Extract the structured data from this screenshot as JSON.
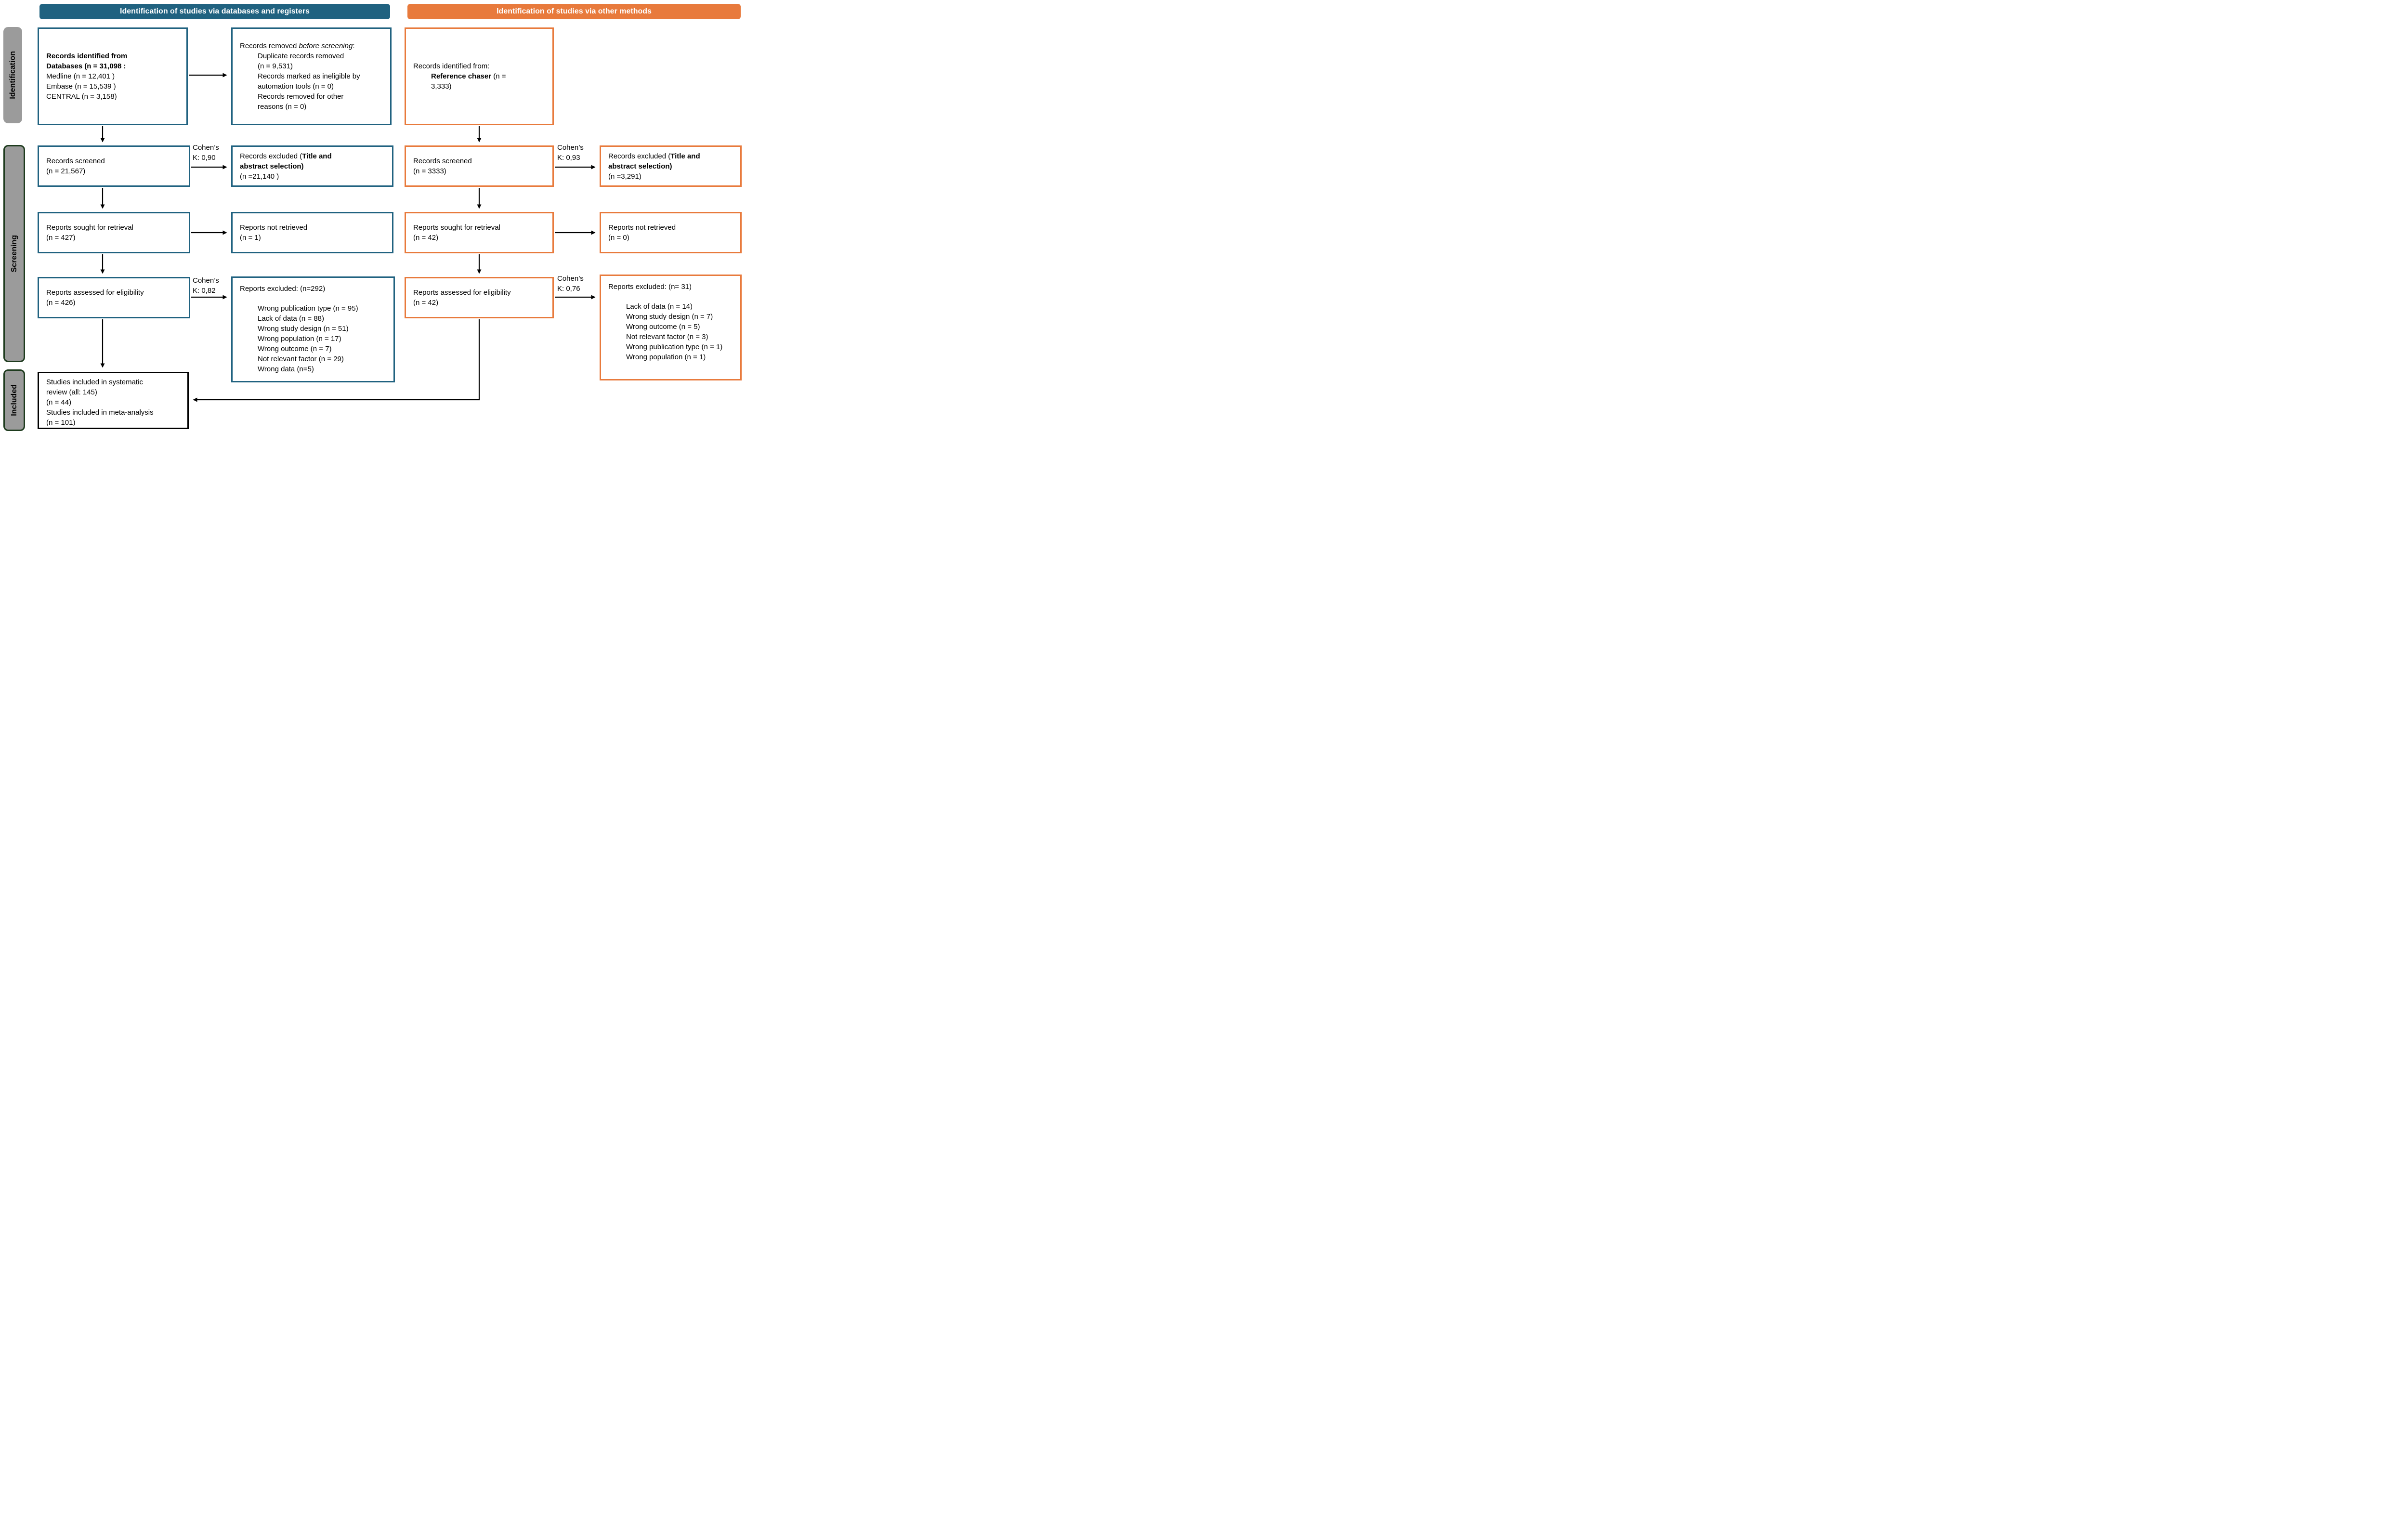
{
  "colors": {
    "teal": "#206280",
    "orange": "#e87a3c",
    "gray_fill": "#9b9b9b",
    "green_border": "#1e3b1e",
    "black": "#000000"
  },
  "banners": {
    "databases": "Identification of studies via databases and registers",
    "other_methods": "Identification of studies via other methods"
  },
  "stage_labels": {
    "identification": "Identification",
    "screening": "Screening",
    "included": "Included"
  },
  "databases_box": {
    "title_line1": "Records identified from",
    "title_line2": "Databases (n = 31,098 :",
    "sources": [
      "Medline (n = 12,401 )",
      "Embase (n = 15,539 )",
      "CENTRAL (n = 3,158)"
    ]
  },
  "records_removed_box": {
    "intro_prefix": "Records removed ",
    "intro_italic": "before screening",
    "intro_suffix": ":",
    "item_lines": [
      "Duplicate records removed",
      "(n = 9,531)",
      "Records marked as ineligible by",
      "automation tools (n = 0)",
      "Records removed for other",
      "reasons (n = 0)"
    ]
  },
  "reference_chaser_box": {
    "line1": "Records identified from:",
    "source_bold": "Reference chaser",
    "source_rest": " (n =",
    "line3": "3,333)"
  },
  "screened_db_box": {
    "line1": "Records screened",
    "line2": "(n = 21,567)"
  },
  "excluded_screening_db_box": {
    "l1_prefix": "Records excluded (",
    "l1_bold": "Title and",
    "l2_bold": "abstract selection)",
    "l3": "(n =21,140 )"
  },
  "screened_other_box": {
    "line1": "Records screened",
    "line2": "(n = 3333)"
  },
  "excluded_screening_other_box": {
    "l1_prefix": "Records excluded (",
    "l1_bold": "Title and",
    "l2_bold": "abstract selection)",
    "l3": "(n =3,291)"
  },
  "kappa": {
    "screening_db": [
      "Cohen’s",
      "K: 0,90"
    ],
    "screening_other": [
      "Cohen’s",
      "K: 0,93"
    ],
    "eligibility_db": [
      "Cohen’s",
      "K: 0,82"
    ],
    "eligibility_other": [
      "Cohen’s",
      "K: 0,76"
    ]
  },
  "sought_db_box": {
    "line1": "Reports sought for retrieval",
    "line2": "(n = 427)"
  },
  "not_retrieved_db_box": {
    "line1": "Reports not retrieved",
    "line2": "(n = 1)"
  },
  "sought_other_box": {
    "line1": "Reports sought for retrieval",
    "line2": "(n = 42)"
  },
  "not_retrieved_other_box": {
    "line1": "Reports not retrieved",
    "line2": "(n = 0)"
  },
  "assessed_db_box": {
    "line1": "Reports assessed for eligibility",
    "line2": "(n = 426)"
  },
  "reports_excluded_db_box": {
    "title": "Reports excluded: (n=292)",
    "items": [
      "Wrong publication type (n = 95)",
      "Lack of data (n = 88)",
      "Wrong study design (n = 51)",
      "Wrong population (n = 17)",
      "Wrong outcome (n = 7)",
      "Not relevant factor (n = 29)",
      "Wrong data (n=5)"
    ]
  },
  "assessed_other_box": {
    "line1": "Reports assessed for eligibility",
    "line2": "(n = 42)"
  },
  "reports_excluded_other_box": {
    "title": "Reports excluded: (n= 31)",
    "items": [
      "Lack of data (n = 14)",
      "Wrong study design (n = 7)",
      "Wrong outcome (n = 5)",
      "Not relevant factor (n = 3)",
      "Wrong publication type (n = 1)",
      "Wrong population (n = 1)"
    ]
  },
  "included_box": {
    "lines": [
      "Studies included in systematic",
      "review (all: 145)",
      "(n = 44)",
      "Studies included in meta-analysis",
      "(n = 101)"
    ]
  }
}
